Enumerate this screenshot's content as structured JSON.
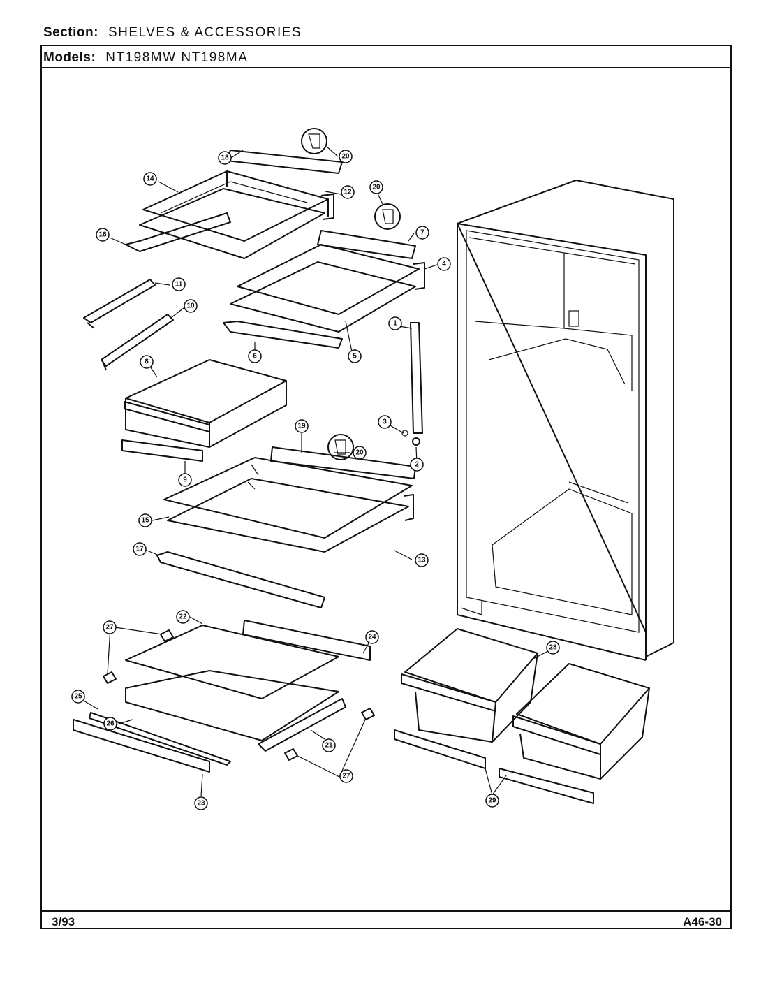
{
  "header": {
    "section_label": "Section:",
    "section_value": "SHELVES & ACCESSORIES",
    "models_label": "Models:",
    "models_value": "NT198MW NT198MA"
  },
  "footer": {
    "date": "3/93",
    "code": "A46-30"
  },
  "callouts": [
    "1",
    "2",
    "3",
    "4",
    "5",
    "6",
    "7",
    "8",
    "9",
    "10",
    "11",
    "12",
    "13",
    "14",
    "15",
    "16",
    "17",
    "18",
    "19",
    "20",
    "21",
    "22",
    "23",
    "24",
    "25",
    "26",
    "27",
    "28",
    "29"
  ]
}
